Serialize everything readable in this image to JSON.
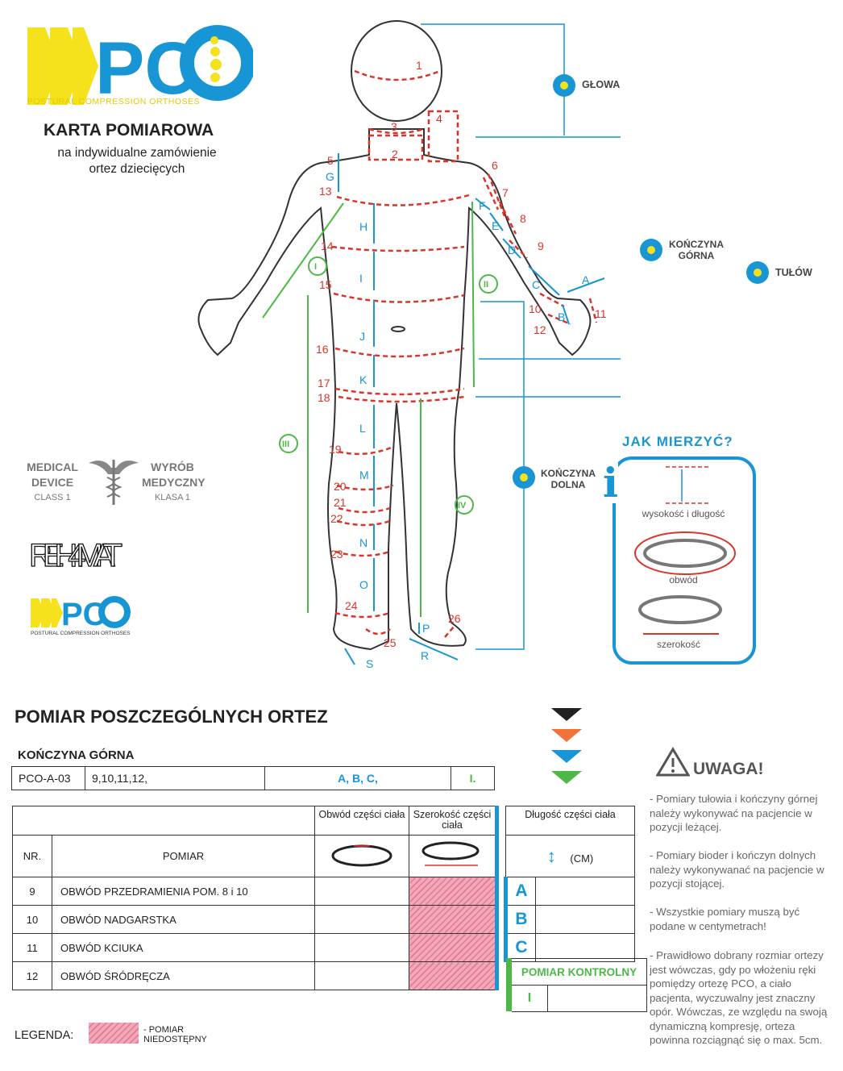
{
  "logo": {
    "text": "PCO",
    "subtitle": "POSTURAL COMPRESSION ORTHOSES",
    "small_subtitle": "POSTURAL COMPRESSION ORTHOSES"
  },
  "header": {
    "title": "KARTA POMIAROWA",
    "subtitle": "na indywidualne zamówienie ortez dziecięcych"
  },
  "medical": {
    "left_line1": "MEDICAL",
    "left_line2": "DEVICE",
    "left_small": "CLASS 1",
    "right_line1": "WYRÓB",
    "right_line2": "MEDYCZNY",
    "right_small": "KLASA 1"
  },
  "rehamat": {
    "text": "REH4MAT"
  },
  "body_labels": {
    "circ_numbers": [
      "1",
      "2",
      "3",
      "4",
      "5",
      "6",
      "7",
      "8",
      "9",
      "10",
      "11",
      "12",
      "13",
      "14",
      "15",
      "16",
      "17",
      "18",
      "19",
      "20",
      "21",
      "22",
      "23",
      "24",
      "25",
      "26"
    ],
    "length_letters": [
      "G",
      "H",
      "I",
      "J",
      "K",
      "L",
      "M",
      "N",
      "O",
      "P",
      "F",
      "E",
      "D",
      "C",
      "B",
      "A",
      "R",
      "S"
    ],
    "roman": [
      "I",
      "II",
      "III",
      "IV"
    ]
  },
  "groups": {
    "head": "GŁOWA",
    "upper_limb": "KOŃCZYNA GÓRNA",
    "torso": "TUŁÓW",
    "lower_limb": "KOŃCZYNA DOLNA"
  },
  "how_to": {
    "title": "JAK MIERZYĆ?",
    "height_length": "wysokość i długość",
    "circumference": "obwód",
    "width": "szerokość"
  },
  "section": {
    "title": "POMIAR POSZCZEGÓLNYCH ORTEZ",
    "subtitle": "KOŃCZYNA GÓRNA"
  },
  "order_row": {
    "code": "PCO-A-03",
    "numbers": "9,10,11,12,",
    "letters": "A, B, C,",
    "roman": "I."
  },
  "colors": {
    "black": "#222222",
    "orange": "#f07238",
    "blue": "#1795d4",
    "green": "#4db848",
    "red": "#d9352b"
  },
  "table": {
    "col_circ": "Obwód części ciała",
    "col_width": "Szerokość części ciała",
    "col_length": "Długość części ciała",
    "nr_label": "NR.",
    "measure_label": "POMIAR",
    "unit": "(CM)",
    "rows": [
      {
        "nr": "9",
        "name": "OBWÓD PRZEDRAMIENIA POM. 8 i 10",
        "letter": "A"
      },
      {
        "nr": "10",
        "name": "OBWÓD NADGARSTKA",
        "letter": "B"
      },
      {
        "nr": "11",
        "name": "OBWÓD KCIUKA",
        "letter": "C"
      },
      {
        "nr": "12",
        "name": "OBWÓD ŚRÓDRĘCZA",
        "letter": ""
      }
    ],
    "control_title": "POMIAR KONTROLNY",
    "control_roman": "I"
  },
  "uwaga": {
    "title": "UWAGA!",
    "items": [
      "- Pomiary tułowia i kończyny górnej należy wykonywać na pacjencie w pozycji leżącej.",
      "- Pomiary bioder i kończyn dolnych należy wykonywanać na pacjencie w pozycji stojącej.",
      "- Wszystkie pomiary muszą być podane w centymetrach!",
      "- Prawidłowo dobrany rozmiar ortezy jest wówczas, gdy po włożeniu ręki pomiędzy ortezę PCO, a ciało pacjenta, wyczuwalny jest znaczny opór. Wówczas, ze względu na swoją dynamiczną kompresję, orteza powinna rozciągnąć się o max. 5cm."
    ]
  },
  "legend": {
    "label": "LEGENDA:",
    "text": "- POMIAR NIEDOSTĘPNY"
  }
}
